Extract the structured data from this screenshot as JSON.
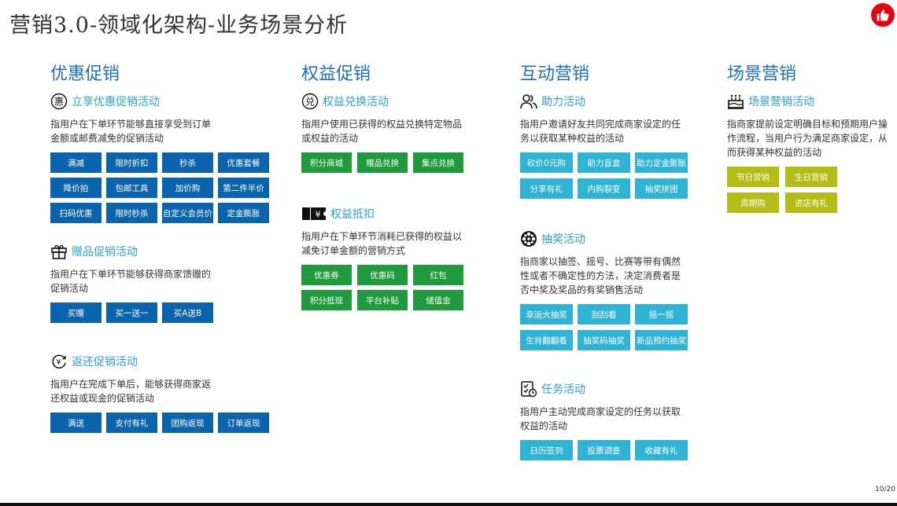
{
  "title": "营销3.0-领域化架构-业务场景分析",
  "page_number": "10/20",
  "colors": {
    "accent_blue": "#1e6fb7",
    "section_blue": "#2a9fd6",
    "btn_blue": "#0a64ad",
    "btn_green": "#1f9a3c",
    "btn_cyan": "#2fb3d5",
    "btn_olive": "#b3bd14",
    "badge_red": "#e60012"
  },
  "columns": [
    {
      "heading": "优惠促销",
      "sections": [
        {
          "icon": "hui-char-icon",
          "title": "立享优惠促销活动",
          "desc": [
            "指用户在下单环节能够直接享受到订单",
            "金额或邮费减免的促销活动"
          ],
          "buttons": [
            "满减",
            "限时折扣",
            "秒杀",
            "优惠套餐",
            "降价拍",
            "包邮工具",
            "加价购",
            "第二件半价",
            "扫码优惠",
            "限时秒杀",
            "自定义会员价",
            "定金膨胀"
          ]
        },
        {
          "icon": "gift-icon",
          "title": "赠品促销活动",
          "desc": [
            "指用户在下单环节能够获得商家馈赠的",
            "促销活动"
          ],
          "buttons": [
            "买赠",
            "买一送一",
            "买A送B"
          ]
        },
        {
          "icon": "yuan-return-icon",
          "title": "返还促销活动",
          "desc": [
            "指用户在完成下单后，能够获得商家返",
            "还权益或现金的促销活动"
          ],
          "buttons": [
            "满送",
            "支付有礼",
            "团购返现",
            "订单返现"
          ]
        }
      ]
    },
    {
      "heading": "权益促销",
      "sections": [
        {
          "icon": "dui-char-icon",
          "title": "权益兑换活动",
          "desc": [
            "指用户使用已获得的权益兑换特定物品",
            "或权益的活动"
          ],
          "buttons": [
            "积分商城",
            "赠品兑换",
            "集点兑换"
          ]
        },
        {
          "icon": "yuan-ticket-icon",
          "title": "权益抵扣",
          "desc": [
            "指用户在下单环节消耗已获得的权益以",
            "减免订单金额的营销方式"
          ],
          "buttons": [
            "优惠券",
            "优惠码",
            "红包",
            "积分抵现",
            "平台补贴",
            "储值金"
          ]
        }
      ]
    },
    {
      "heading": "互动营销",
      "sections": [
        {
          "icon": "users-icon",
          "title": "助力活动",
          "desc": [
            "指用户邀请好友共同完成商家设定的任",
            "务以获取某种权益的活动"
          ],
          "buttons": [
            "砍价0元购",
            "助力盲盒",
            "助力定金膨胀",
            "分享有礼",
            "内购裂变",
            "抽奖拼团"
          ]
        },
        {
          "icon": "lottery-wheel-icon",
          "title": "抽奖活动",
          "desc": [
            "指商家以抽签、摇号、比赛等带有偶然",
            "性或者不确定性的方法，决定消费者是",
            "否中奖及奖品的有奖销售活动"
          ],
          "buttons": [
            "幸运大抽奖",
            "刮刮看",
            "摇一摇",
            "生肖翻翻看",
            "抽奖码抽奖",
            "新品预约抽奖"
          ]
        },
        {
          "icon": "task-checklist-icon",
          "title": "任务活动",
          "desc": [
            "指用户主动完成商家设定的任务以获取",
            "权益的活动"
          ],
          "buttons": [
            "日历签到",
            "投票调查",
            "收藏有礼"
          ]
        }
      ]
    },
    {
      "heading": "场景营销",
      "sections": [
        {
          "icon": "cake-icon",
          "title": "场景营销活动",
          "desc": [
            "指商家提前设定明确目标和预期用户操",
            "作流程，当用户行为满足商家设定，从",
            "而获得某种权益的活动"
          ],
          "buttons": [
            "节日营销",
            "生日营销",
            "周期购",
            "进店有礼"
          ]
        }
      ]
    }
  ]
}
